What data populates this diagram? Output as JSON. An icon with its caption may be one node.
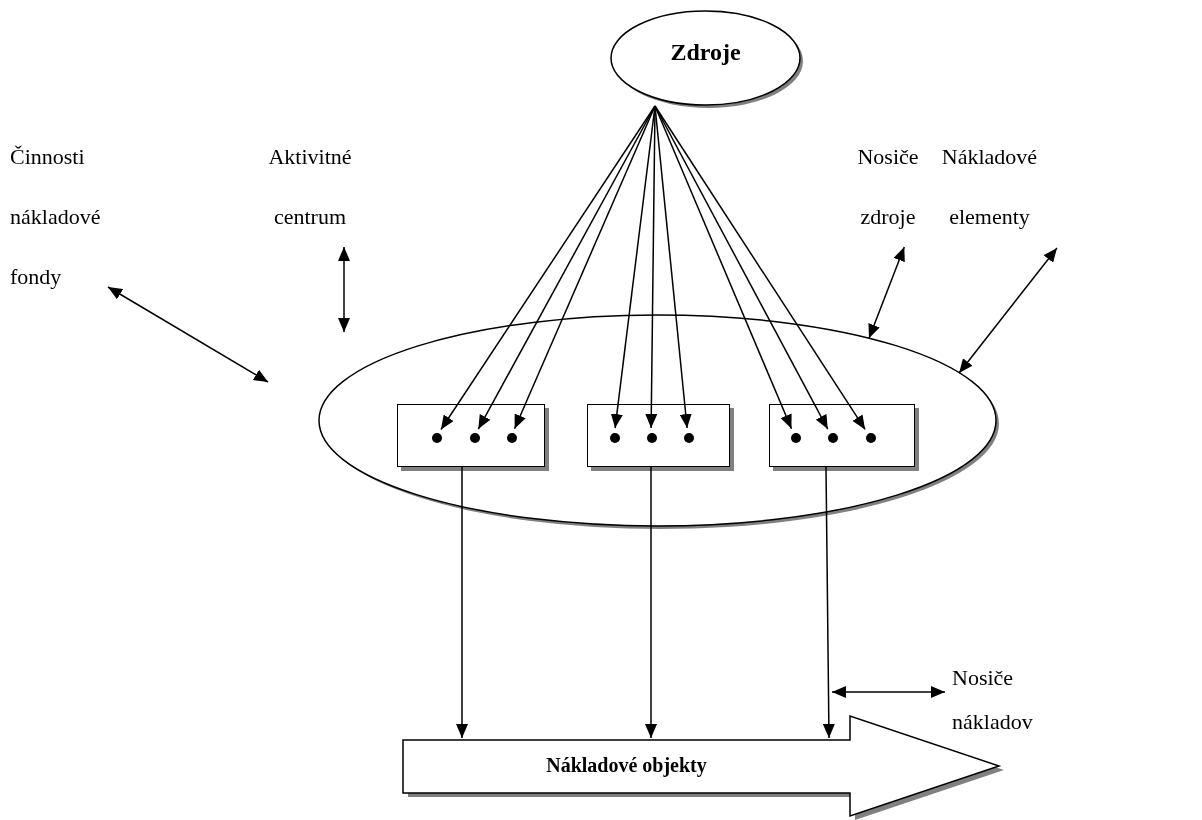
{
  "diagram": {
    "nodes": [
      {
        "text": [
          "Zdroje"
        ]
      },
      {
        "text": [],
        "shape": "ellipse"
      },
      {
        "text": [],
        "shape": "box",
        "in": 1
      },
      {
        "text": [],
        "shape": "box",
        "in": 1
      },
      {
        "text": [],
        "shape": "box",
        "in": 1
      },
      {
        "text": [],
        "shape": "circle",
        "in": 2
      },
      {
        "text": [],
        "shape": "circle",
        "in": 2
      },
      {
        "text": [],
        "shape": "circle",
        "in": 2
      },
      {
        "text": [],
        "shape": "circle",
        "in": 3
      },
      {
        "text": [],
        "shape": "circle",
        "in": 3
      },
      {
        "text": [],
        "shape": "circle",
        "in": 3
      },
      {
        "text": [],
        "shape": "circle",
        "in": 4
      },
      {
        "text": [],
        "shape": "circle",
        "in": 4
      },
      {
        "text": [],
        "shape": "circle",
        "in": 4
      },
      {
        "text": [
          "Nákladové objekty"
        ]
      },
      {
        "text": [
          "Činnosti nákladové fondy"
        ]
      },
      {
        "text": [
          "Aktivitné centrum"
        ]
      },
      {
        "text": [
          "Nosiče zdroje"
        ]
      },
      {
        "text": [
          "Nákladové elementy"
        ]
      },
      {
        "text": [
          "Nosiče nákladov"
        ]
      }
    ],
    "edges": [
      {
        "from": 0,
        "to": 5,
        "arrow": "to"
      },
      {
        "from": 0,
        "to": 6,
        "arrow": "to"
      },
      {
        "from": 0,
        "to": 7,
        "arrow": "to"
      },
      {
        "from": 0,
        "to": 8,
        "arrow": "to"
      },
      {
        "from": 0,
        "to": 9,
        "arrow": "to"
      },
      {
        "from": 0,
        "to": 10,
        "arrow": "to"
      },
      {
        "from": 0,
        "to": 11,
        "arrow": "to"
      },
      {
        "from": 0,
        "to": 12,
        "arrow": "to"
      },
      {
        "from": 0,
        "to": 13,
        "arrow": "to"
      },
      {
        "from": 2,
        "to": 14,
        "arrow": "to"
      },
      {
        "from": 3,
        "to": 14,
        "arrow": "to"
      },
      {
        "from": 4,
        "to": 14,
        "arrow": "to"
      },
      {
        "from": 15,
        "to": null,
        "arrow": "both"
      },
      {
        "from": 16,
        "to": null,
        "arrow": "both"
      },
      {
        "from": 17,
        "to": 1,
        "arrow": "both"
      },
      {
        "from": 18,
        "to": 1,
        "arrow": "both"
      },
      {
        "from": 19,
        "to": null,
        "arrow": "both"
      }
    ]
  }
}
